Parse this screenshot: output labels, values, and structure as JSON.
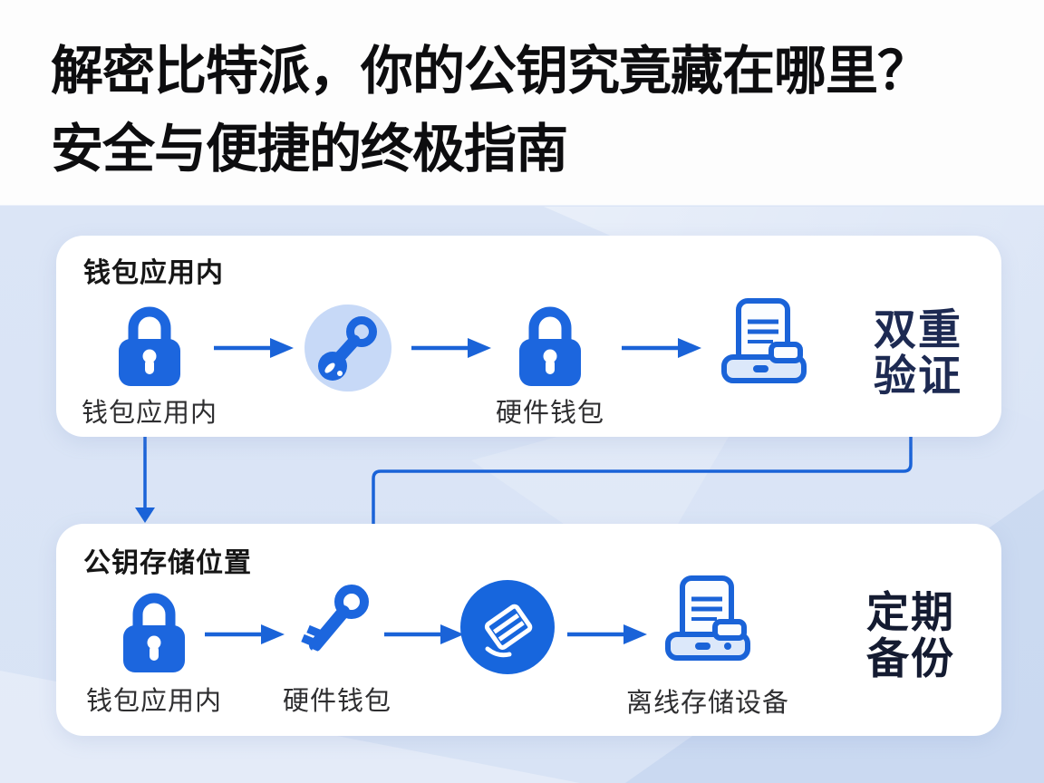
{
  "page": {
    "title_line1": "解密比特派，你的公钥究竟藏在哪里？",
    "title_line2": "安全与便捷的终极指南",
    "colors": {
      "accent_blue": "#1a63d8",
      "lock_blue": "#1c66de",
      "circle_blue": "#1766dd",
      "key_circle_bg": "#c7d9f7",
      "laptop_screen": "#fbfdff",
      "laptop_base": "#dce8fa",
      "panel_bg": "#ffffff",
      "page_band": "#dbe5f6",
      "title_color": "#0d0d0f",
      "heading_color": "#161616",
      "label_color": "#2e2e30",
      "badge_top_color": "#1d2a52",
      "badge_bottom_color": "#141b31"
    }
  },
  "panel_top": {
    "heading": "钱包应用内",
    "nodes": [
      {
        "icon": "lock-icon",
        "label": "钱包应用内"
      },
      {
        "icon": "key-circle-icon",
        "label": ""
      },
      {
        "icon": "lock-icon",
        "label": "硬件钱包"
      },
      {
        "icon": "laptop-icon",
        "label": ""
      }
    ],
    "side_label_line1": "双重",
    "side_label_line2": "验证"
  },
  "panel_bottom": {
    "heading": "公钥存储位置",
    "nodes": [
      {
        "icon": "lock-icon",
        "label": "钱包应用内"
      },
      {
        "icon": "key-icon",
        "label": "硬件钱包"
      },
      {
        "icon": "stack-circle-icon",
        "label": ""
      },
      {
        "icon": "laptop-icon",
        "label": "离线存储设备"
      }
    ],
    "side_label_line1": "定期",
    "side_label_line2": "备份"
  }
}
